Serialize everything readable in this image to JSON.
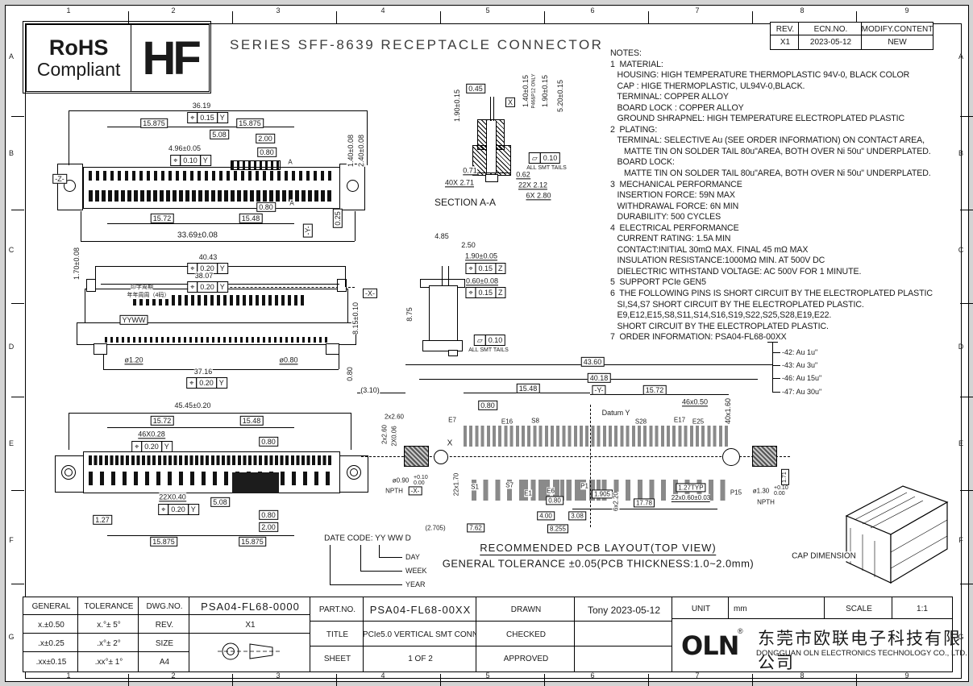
{
  "colors": {
    "line": "#1a1a1a",
    "background": "#ffffff",
    "page_margin": "#d4d4d4"
  },
  "frame": {
    "cols": [
      "1",
      "2",
      "3",
      "4",
      "5",
      "6",
      "7",
      "8",
      "9"
    ],
    "rows": [
      "A",
      "B",
      "C",
      "D",
      "E",
      "F",
      "G"
    ]
  },
  "hdr": {
    "rohs_line1": "RoHS",
    "rohs_line2": "Compliant",
    "hf": "HF",
    "title": "SERIES SFF-8639 RECEPTACLE CONNECTOR"
  },
  "rev": {
    "h_rev": "REV.",
    "h_ecn": "ECN.NO.",
    "h_mod": "MODIFY.CONTENT",
    "v_rev": "X1",
    "v_ecn": "2023-05-12",
    "v_mod": "NEW"
  },
  "notes": {
    "lines": [
      "NOTES:",
      "1  MATERIAL:",
      "   HOUSING: HIGH TEMPERATURE THERMOPLASTIC 94V-0, BLACK COLOR",
      "   CAP : HIGE THERMOPLASTIC, UL94V-0,BLACK.",
      "   TERMINAL: COPPER ALLOY",
      "   BOARD LOCK : COPPER ALLOY",
      "   GROUND SHRAPNEL: HIGH TEMPERATURE ELECTROPLATED PLASTIC",
      "2  PLATING:",
      "   TERMINAL: SELECTIVE Au (SEE ORDER INFORMATION) ON CONTACT AREA,",
      "      MATTE TIN ON SOLDER TAIL 80u\"AREA, BOTH OVER Ni 50u\" UNDERPLATED.",
      "   BOARD LOCK:",
      "      MATTE TIN ON SOLDER TAIL 80u\"AREA, BOTH OVER Ni 50u\" UNDERPLATED.",
      "3  MECHANICAL PERFORMANCE",
      "   INSERTION FORCE: 59N MAX",
      "   WITHDRAWAL FORCE: 6N MIN",
      "   DURABILITY: 500 CYCLES",
      "4  ELECTRICAL PERFORMANCE",
      "   CURRENT RATING: 1.5A MIN",
      "   CONTACT:INITIAL 30mΩ MAX. FINAL 45 mΩ MAX",
      "   INSULATION RESISTANCE:1000MΩ MIN. AT 500V DC",
      "   DIELECTRIC WITHSTAND VOLTAGE: AC 500V FOR 1 MINUTE.",
      "5  SUPPORT PCIe GEN5",
      "6  THE FOLLOWING PINS IS SHORT CIRCUIT BY THE ELECTROPLATED PLASTIC",
      "   SI,S4,S7 SHORT CIRCUIT BY THE ELECTROPLATED PLASTIC.",
      "   E9,E12,E15,S8,S11,S14,S16,S19,S22,S25,S28,E19,E22.",
      "   SHORT CIRCUIT BY THE ELECTROPLATED PLASTIC.",
      "7  ORDER INFORMATION: PSA04-FL68-00XX"
    ]
  },
  "order": {
    "o42": "-42:  Au  1u\"",
    "o43": "-43:  Au  3u\"",
    "o46": "-46:  Au  15u\"",
    "o47": "-47:  Au  30u\""
  },
  "fv": {
    "d3619": "36.19",
    "fcf015y": [
      "⌖",
      "0.15",
      "Y"
    ],
    "d15875l": "15.875",
    "d15875r": "15.875",
    "d508": "5.08",
    "d200": "2.00",
    "d496": "4.96±0.05",
    "fcf010y": [
      "⌖",
      "0.10",
      "Y"
    ],
    "d080t": "0.80",
    "sec_a_top": "A",
    "sec_a_bot": "A",
    "datum_z": "-Z-",
    "d140": "1.40±0.08",
    "d240": "2.40±0.08",
    "d025": "0.25",
    "d080b": "0.80",
    "d1572": "15.72",
    "d1548": "15.48",
    "d3369": "33.69±0.08",
    "datum_y": "-Y-"
  },
  "mv": {
    "d170": "1.70±0.08",
    "d4043": "40.43",
    "fcf1": [
      "⌖",
      "0.20",
      "Y"
    ],
    "d3807": "38.07",
    "fcf2": [
      "⌖",
      "0.20",
      "Y"
    ],
    "cn1": "印字周期",
    "cn2": "年年周周（4码）",
    "yyww": "YYWW",
    "datum_x": "-X-",
    "d815": "8.15±0.10",
    "dd120": "ø1.20",
    "dd080": "ø0.80",
    "d3716": "37.16",
    "fcf3": [
      "⌖",
      "0.20",
      "Y"
    ],
    "d080": "0.80"
  },
  "bv": {
    "d4545": "45.45±0.20",
    "d1572": "15.72",
    "d1548": "15.48",
    "d46x028": "46X0.28",
    "fcf1": [
      "⌖",
      "0.20",
      "Y"
    ],
    "d080t": "0.80",
    "d22x040": "22X0.40",
    "fcf2": [
      "⌖",
      "0.20",
      "Y"
    ],
    "d508": "5.08",
    "d127": "1.27",
    "d080b": "0.80",
    "d200": "2.00",
    "d15875l": "15.875",
    "d15875r": "15.875"
  },
  "sa": {
    "d045": "0.45",
    "d190l": "1.90±0.15",
    "datum_x": "X",
    "d140": "1.40±0.15",
    "p46note": "P46&P12 ONLY",
    "d190r": "1.90±0.15",
    "d520": "5.20±0.15",
    "d071": "0.71",
    "d40x271": "40X  2.71",
    "d062": "0.62",
    "d22x212": "22X  2.12",
    "d6x280": "6X  2.80",
    "flat": [
      "▱",
      "0.10"
    ],
    "all_smt": "ALL SMT TAILS",
    "title": "SECTION A-A"
  },
  "sv": {
    "d485": "4.85",
    "d250": "2.50",
    "d190": "1.90±0.05",
    "fcf1": [
      "⌖",
      "0.15",
      "Z"
    ],
    "d060": "0.60±0.08",
    "fcf2": [
      "⌖",
      "0.15",
      "Z"
    ],
    "d875": "8.75",
    "flat": [
      "▱",
      "0.10"
    ],
    "all_smt": "ALL SMT TAILS"
  },
  "pcb": {
    "d4360": "43.60",
    "d4018": "40.18",
    "datum_y_flag": "-Y-",
    "d310": "(3.10)",
    "d1548": "15.48",
    "d1572": "15.72",
    "d080t": "0.80",
    "d46x050": "46x0.50",
    "d40x160": "40x1.60",
    "datum_y_label": "Datum Y",
    "e7": "E7",
    "e16": "E16",
    "s8": "S8",
    "s28": "S28",
    "e17": "E17",
    "e25": "E25",
    "s1": "S1",
    "s7": "S7",
    "e1": "E1",
    "e6": "E6",
    "p1": "P1",
    "p15": "P15",
    "d2x260h": "2x2.60",
    "d2x260v": "2x2.60",
    "d2x006v": "2X0.06",
    "x_mark": "X",
    "d090": "ø0.90",
    "d090u": "+0.10",
    "d090d": " 0.00",
    "npth_l": "NPTH",
    "datum_x_flag": "-X-",
    "d22x170": "22x1.70",
    "d080b": "0.80",
    "d1905": "1.905",
    "d6x220": "6x2.20",
    "d1778": "17.78",
    "d127typ": "1.27TYP",
    "d22x060": "22x0.60±0.03",
    "d130": "ø1.30",
    "d130u": "+0.10",
    "d130d": " 0.00",
    "npth_r": "NPTH",
    "d171": "1.71",
    "d400": "4.00",
    "d308": "3.08",
    "d8255": "8.255",
    "d762": "7.62",
    "d2705": "(2.705)",
    "title": "RECOMMENDED PCB LAYOUT(TOP VIEW)",
    "tol_note": "GENERAL TOLERANCE ±0.05(PCB THICKNESS:1.0~2.0mm)"
  },
  "dc": {
    "label": "DATE CODE: YY WW D",
    "day": "DAY",
    "week": "WEEK",
    "year": "YEAR"
  },
  "cap": {
    "label": "CAP DIMENSION"
  },
  "tb": {
    "general": "GENERAL",
    "tolerance": "TOLERANCE",
    "r1c1": "x.±0.50",
    "r1c2": "x.°± 5°",
    "r2c1": ".x±0.25",
    "r2c2": ".x°± 2°",
    "r3c1": ".xx±0.15",
    "r3c2": ".xx°± 1°",
    "dwg_label": "DWG.NO.",
    "dwg_no": "PSA04-FL68-0000",
    "rev_label": "REV.",
    "rev": "X1",
    "size_label": "SIZE",
    "size": "A4",
    "part_label": "PART.NO.",
    "part_no": "PSA04-FL68-00XX",
    "title_label": "TITLE",
    "title": "PCIe5.0 VERTICAL SMT CONN",
    "sheet_label": "SHEET",
    "sheet": "1 OF 2",
    "drawn_label": "DRAWN",
    "drawn": "Tony 2023-05-12",
    "checked_label": "CHECKED",
    "checked": "",
    "approved_label": "APPROVED",
    "approved": "",
    "unit_label": "UNIT",
    "unit": "mm",
    "scale_label": "SCALE",
    "scale": "1:1",
    "logo": "OLN",
    "logo_reg": "®",
    "company_cn": "东莞市欧联电子科技有限公司",
    "company_en": "DONGGUAN OLN ELECTRONICS TECHNOLOGY CO., LTD."
  }
}
